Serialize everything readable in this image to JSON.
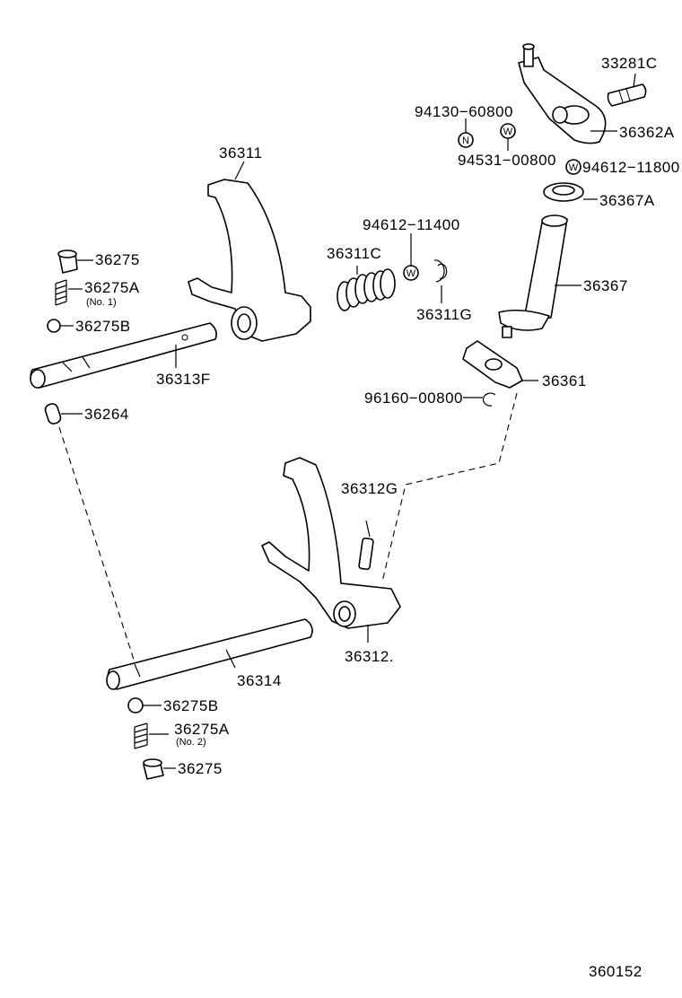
{
  "diagram_id": "360152",
  "labels": {
    "p33281C": "33281C",
    "p94130": "94130−60800",
    "p36362A": "36362A",
    "p94531": "94531−00800",
    "p94612_11800": "94612−11800",
    "p36367A": "36367A",
    "p94612_11400": "94612−11400",
    "p36311": "36311",
    "p36311C": "36311C",
    "p36311G": "36311G",
    "p36367": "36367",
    "p36275_top": "36275",
    "p36275A_top": "36275A",
    "p36275A_top_note": "(No. 1)",
    "p36275B_top": "36275B",
    "p36313F": "36313F",
    "p36361": "36361",
    "p96160": "96160−00800",
    "p36264": "36264",
    "p36312G": "36312G",
    "p36312": "36312.",
    "p36314": "36314",
    "p36275B_bot": "36275B",
    "p36275A_bot": "36275A",
    "p36275A_bot_note": "(No. 2)",
    "p36275_bot": "36275"
  },
  "symbols": {
    "nut": "N",
    "washer": "W"
  }
}
